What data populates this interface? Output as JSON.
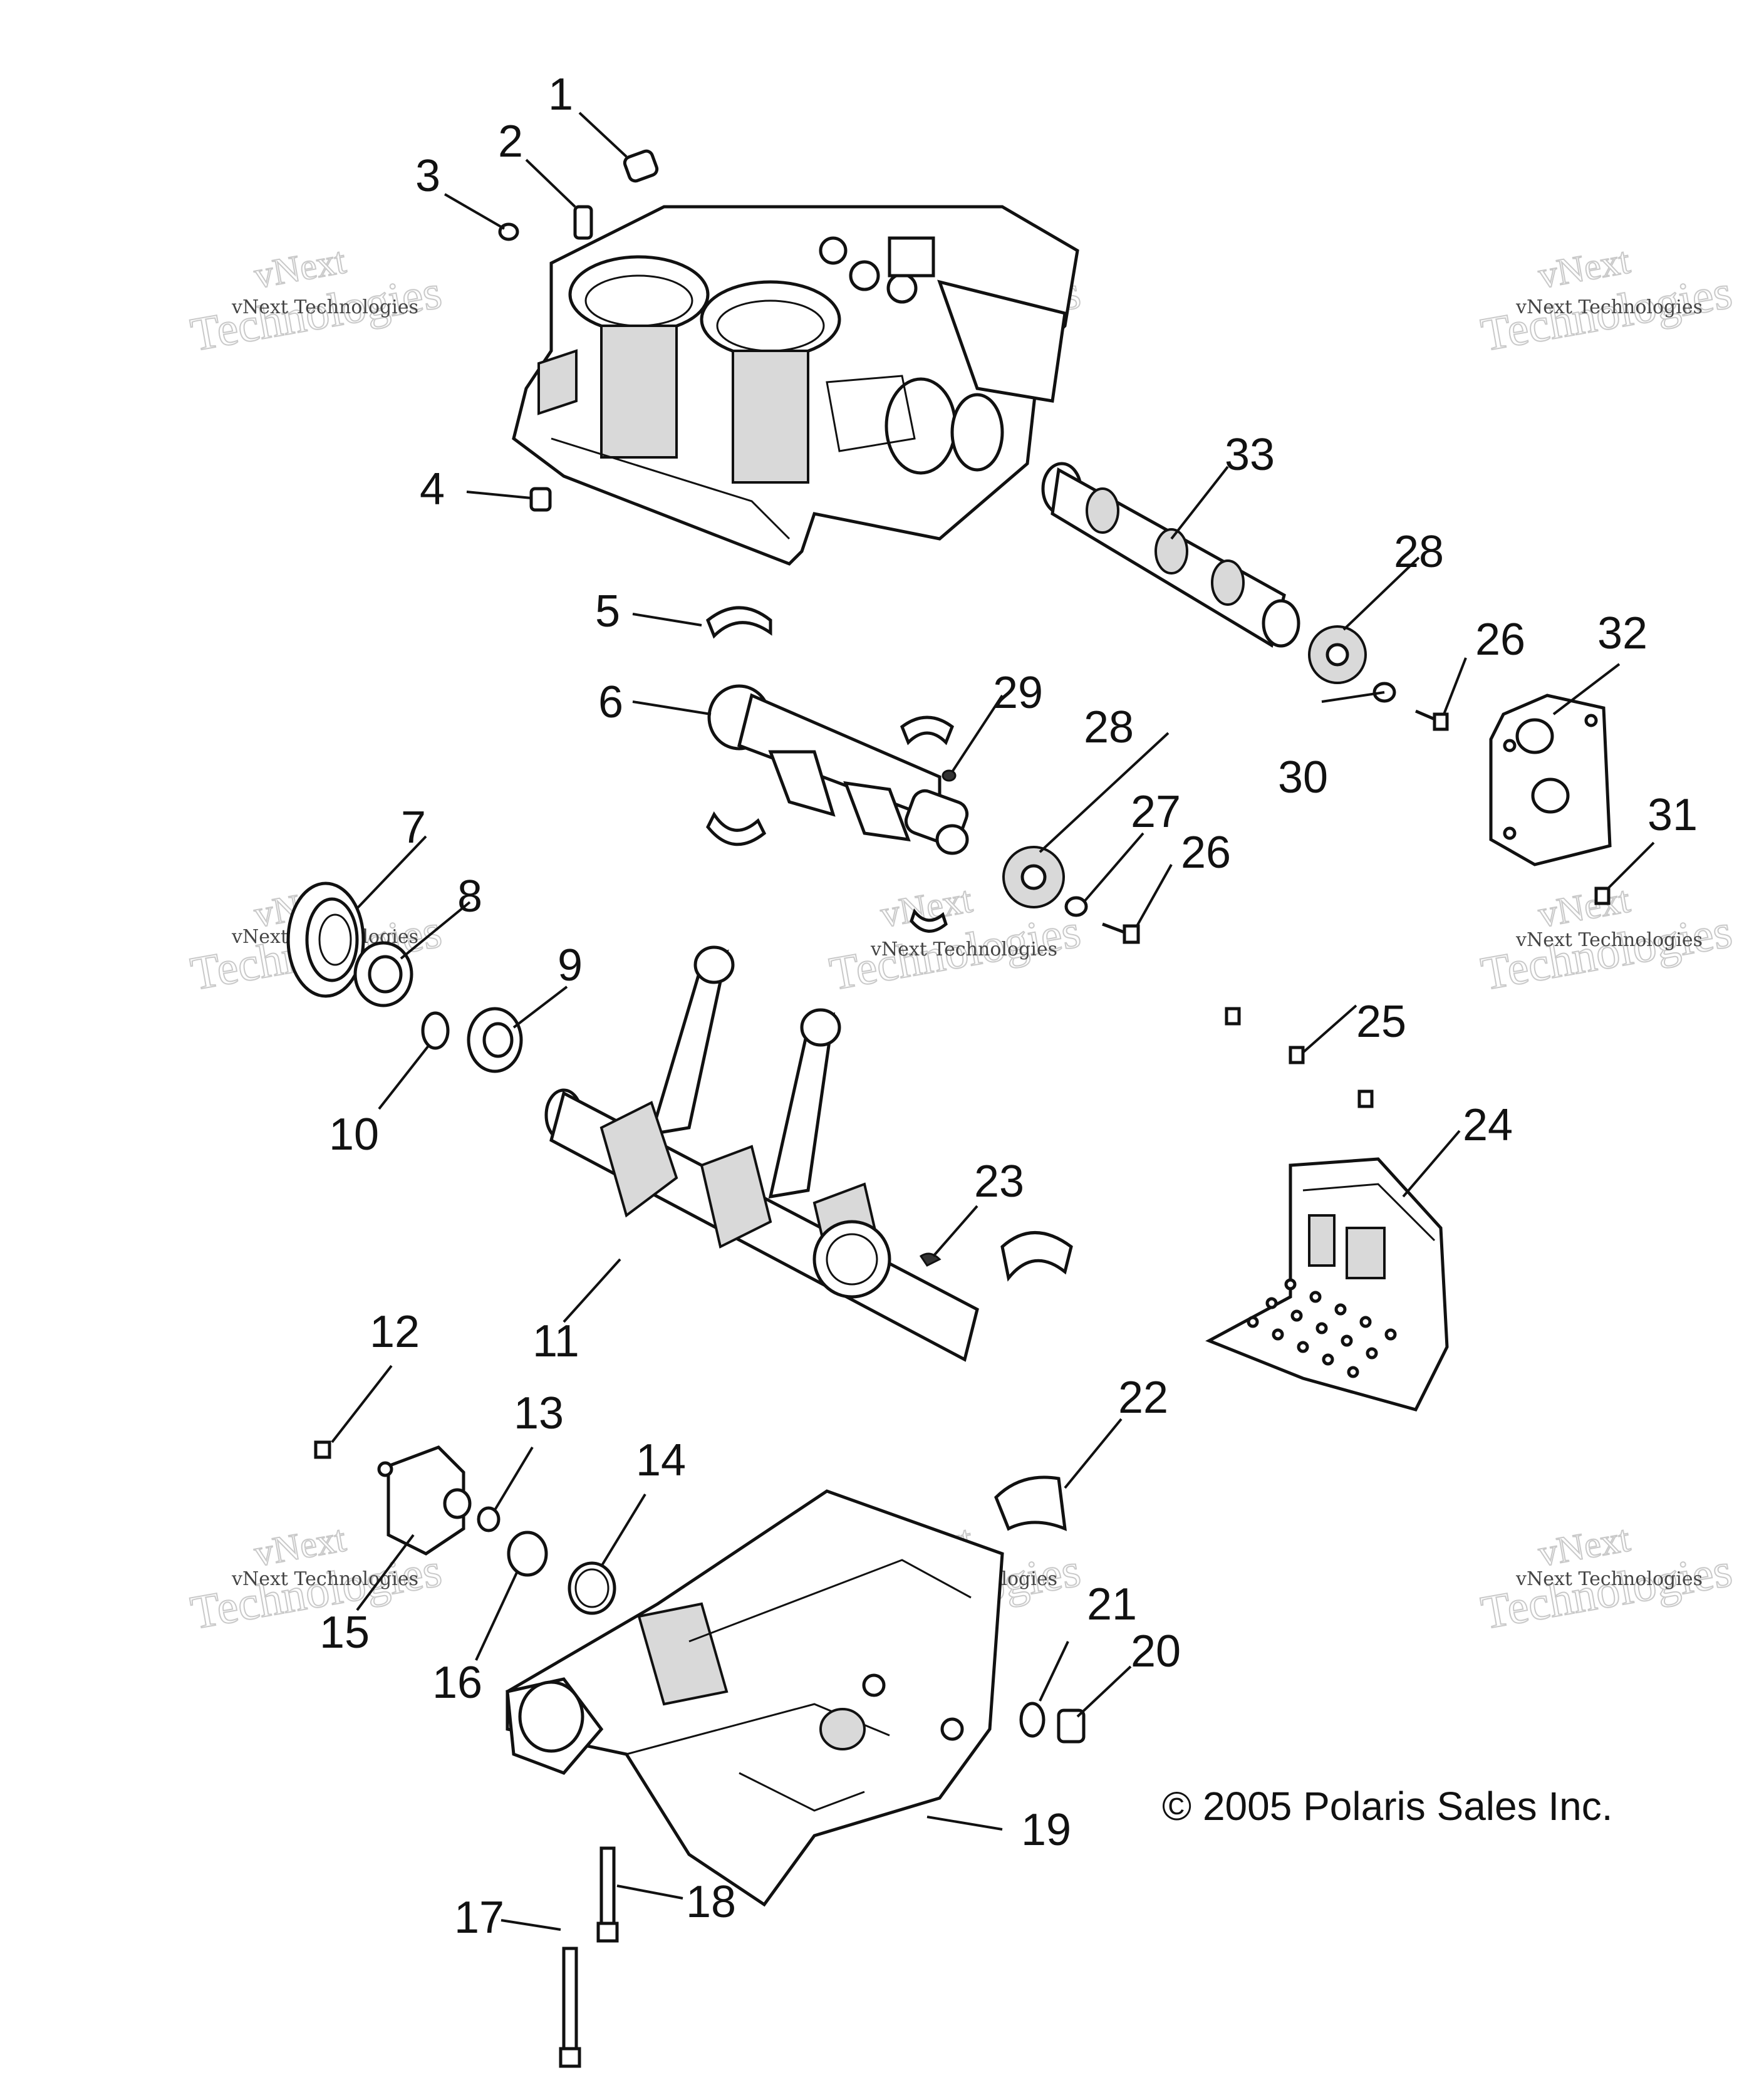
{
  "copyright": "© 2005 Polaris Sales Inc.",
  "watermark": {
    "line1": "vNext",
    "line2": "Technologies",
    "small": "vNext Technologies"
  },
  "callouts": [
    "1",
    "2",
    "3",
    "4",
    "5",
    "6",
    "7",
    "8",
    "9",
    "10",
    "11",
    "12",
    "13",
    "14",
    "15",
    "16",
    "17",
    "18",
    "19",
    "20",
    "21",
    "22",
    "23",
    "24",
    "25",
    "26",
    "26",
    "27",
    "28",
    "28",
    "29",
    "30",
    "31",
    "32",
    "33"
  ]
}
